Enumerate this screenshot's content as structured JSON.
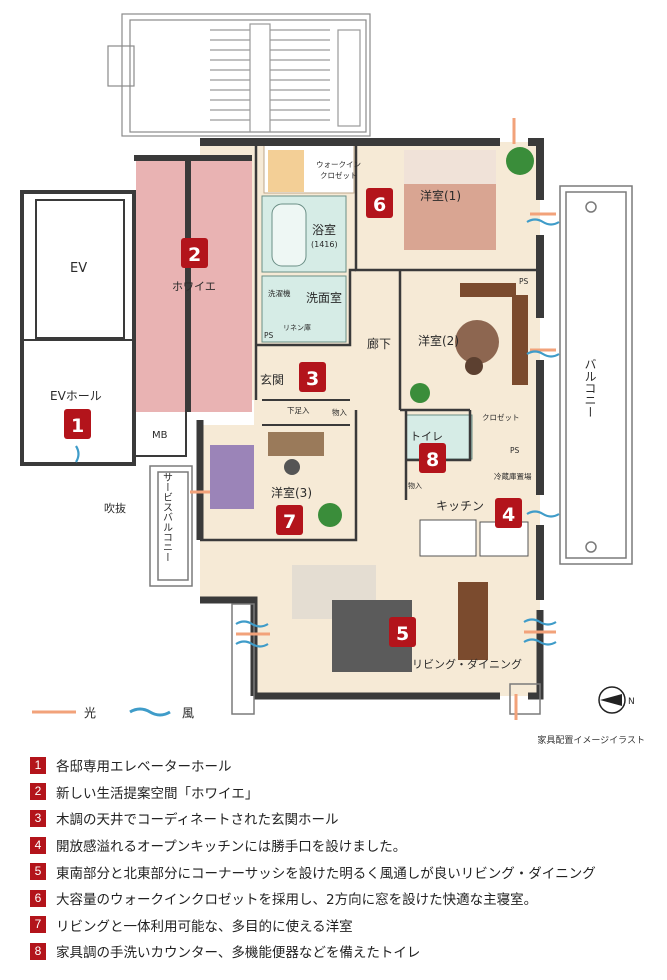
{
  "rooms": {
    "walk_in_closet": "ウォークイン\nクロゼット",
    "walk_in_closet_l1": "ウォークイン",
    "walk_in_closet_l2": "クロゼット",
    "western1": "洋室(1)",
    "western2": "洋室(2)",
    "western3": "洋室(3)",
    "ev": "EV",
    "foyer": "ホワイエ",
    "bathroom": "浴室",
    "bathroom_size": "(1416)",
    "washroom": "洗面室",
    "washer": "洗濯機",
    "ps": "PS",
    "linen": "リネン庫",
    "entrance": "玄関",
    "hallway": "廊下",
    "ev_hall": "EVホール",
    "mb": "MB",
    "shoe_box": "下足入",
    "storage": "物入",
    "closet": "クロゼット",
    "toilet": "トイレ",
    "fridge": "冷蔵庫置場",
    "kitchen": "キッチン",
    "service_balcony": "サービスバルコニー",
    "void": "吹抜",
    "balcony": "バルコニー",
    "living_dining": "リビング・ダイニング"
  },
  "key": {
    "light": "光",
    "wind": "風",
    "north": "N"
  },
  "note": "家具配置イメージイラスト",
  "badges": [
    "1",
    "2",
    "3",
    "4",
    "5",
    "6",
    "7",
    "8"
  ],
  "legend": [
    {
      "num": "1",
      "text": "各邸専用エレベーターホール"
    },
    {
      "num": "2",
      "text": "新しい生活提案空間「ホワイエ」"
    },
    {
      "num": "3",
      "text": "木調の天井でコーディネートされた玄関ホール"
    },
    {
      "num": "4",
      "text": "開放感溢れるオープンキッチンには勝手口を設けました。"
    },
    {
      "num": "5",
      "text": "東南部分と北東部分にコーナーサッシを設けた明るく風通しが良いリビング・ダイニング"
    },
    {
      "num": "6",
      "text": "大容量のウォークインクロゼットを採用し、2方向に窓を設けた快適な主寝室。"
    },
    {
      "num": "7",
      "text": "リビングと一体利用可能な、多目的に使える洋室"
    },
    {
      "num": "8",
      "text": "家具調の手洗いカウンター、多機能便器などを備えたトイレ"
    }
  ],
  "colors": {
    "wall": "#3a3a3a",
    "floor": "#f6ead6",
    "foyer": "#e9b3b3",
    "wet": "#d6ece6",
    "badge": "#b3141b",
    "light_arrow": "#f2a27a",
    "wind_arrow": "#3f9cc9"
  }
}
